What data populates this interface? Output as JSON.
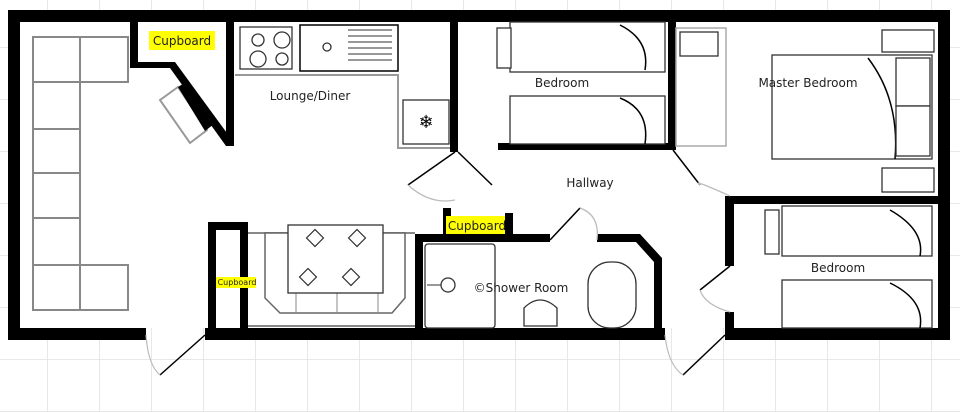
{
  "plan": {
    "rooms": {
      "lounge": "Lounge/Diner",
      "bedroom1": "Bedroom",
      "master": "Master Bedroom",
      "hallway": "Hallway",
      "bedroom2": "Bedroom",
      "shower": "©Shower Room"
    },
    "cupboards": {
      "top_left": "Cupboard",
      "hall": "Cupboard",
      "small": "Cupboard"
    },
    "colors": {
      "highlight": "#ffff00",
      "wall": "#000000",
      "grid": "#e0e0e0"
    }
  }
}
